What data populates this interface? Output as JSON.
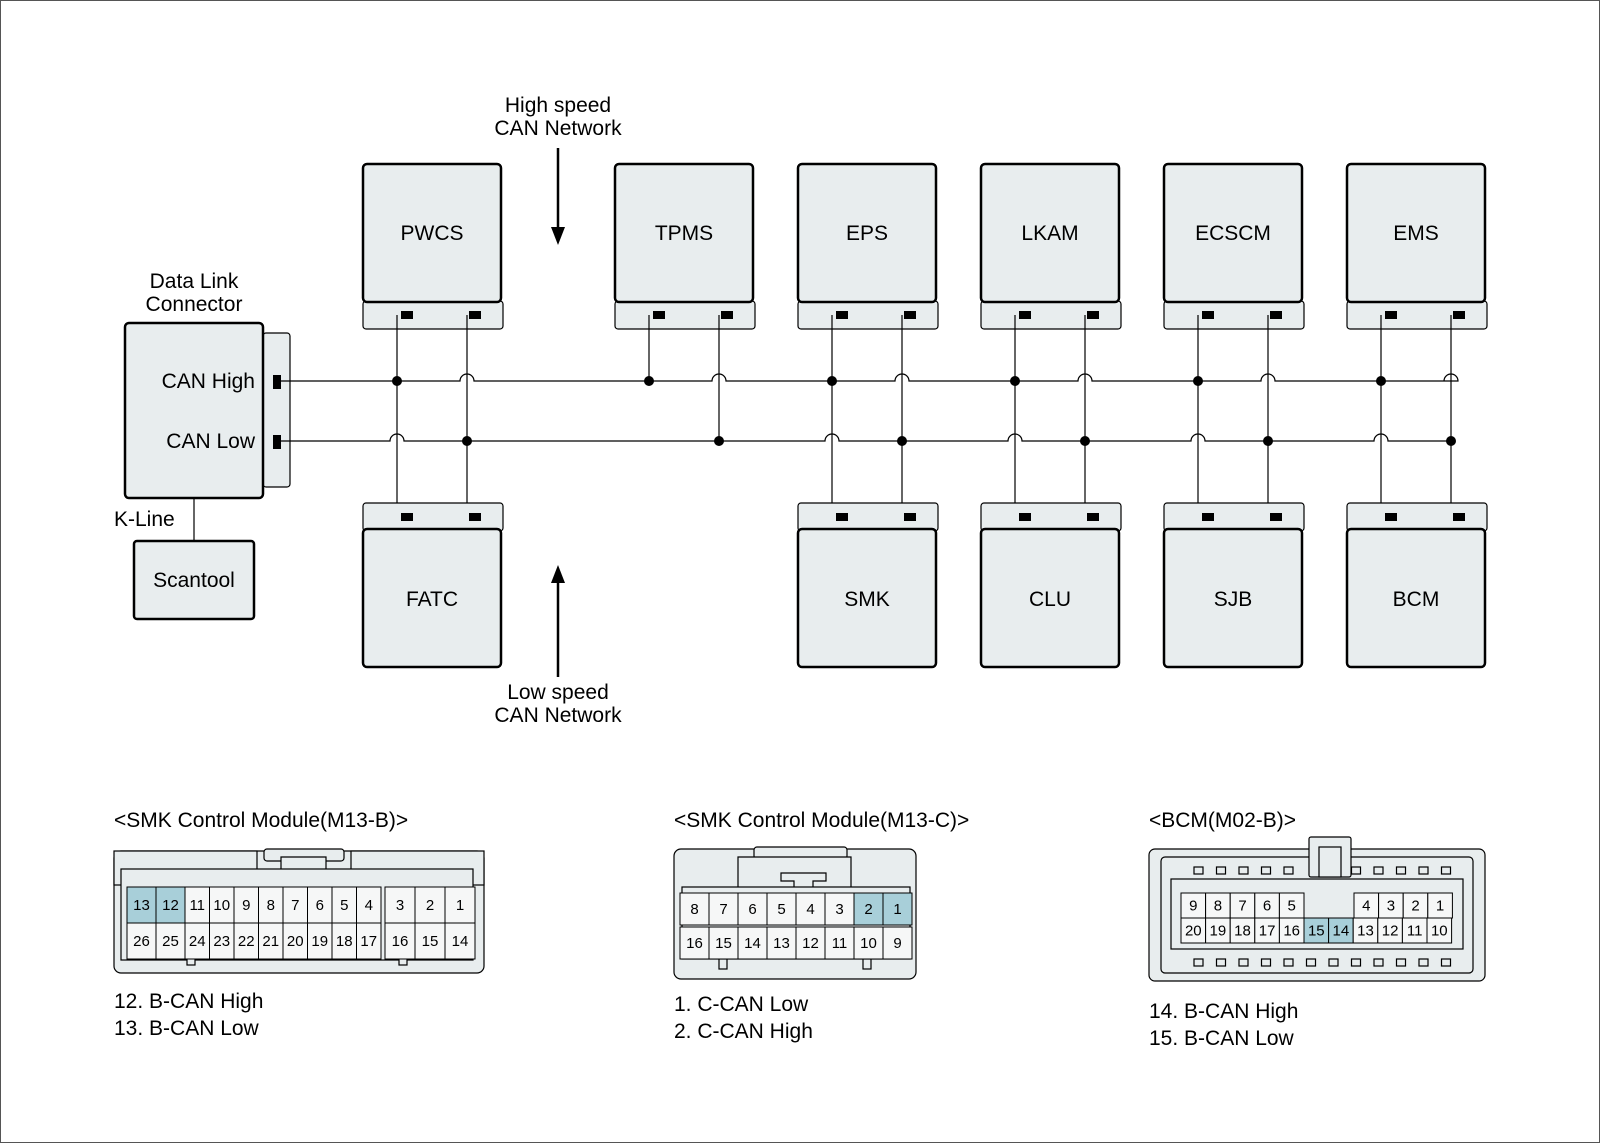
{
  "network": {
    "high_speed_label": [
      "High speed",
      "CAN Network"
    ],
    "low_speed_label": [
      "Low speed",
      "CAN Network"
    ],
    "dlc": {
      "title": [
        "Data Link",
        "Connector"
      ],
      "can_high": "CAN High",
      "can_low": "CAN Low",
      "k_line": "K-Line",
      "scantool": "Scantool"
    },
    "top_modules": [
      "PWCS",
      "TPMS",
      "EPS",
      "LKAM",
      "ECSCM",
      "EMS"
    ],
    "bottom_modules": [
      "FATC",
      "SMK",
      "CLU",
      "SJB",
      "BCM"
    ]
  },
  "connectors": [
    {
      "title": "<SMK Control Module(M13-B)>",
      "row1": [
        "13",
        "12",
        "11",
        "10",
        "9",
        "8",
        "7",
        "6",
        "5",
        "4",
        "3",
        "2",
        "1"
      ],
      "row2": [
        "26",
        "25",
        "24",
        "23",
        "22",
        "21",
        "20",
        "19",
        "18",
        "17",
        "16",
        "15",
        "14"
      ],
      "highlighted": [
        "13",
        "12"
      ],
      "notes": [
        "12. B-CAN High",
        "13. B-CAN Low"
      ]
    },
    {
      "title": "<SMK Control Module(M13-C)>",
      "row1": [
        "8",
        "7",
        "6",
        "5",
        "4",
        "3",
        "2",
        "1"
      ],
      "row2": [
        "16",
        "15",
        "14",
        "13",
        "12",
        "11",
        "10",
        "9"
      ],
      "highlighted": [
        "2",
        "1"
      ],
      "notes": [
        "1. C-CAN Low",
        "2. C-CAN High"
      ]
    },
    {
      "title": "<BCM(M02-B)>",
      "row1": [
        "9",
        "8",
        "7",
        "6",
        "5",
        "",
        "",
        "",
        "4",
        "3",
        "2",
        "1"
      ],
      "row2": [
        "20",
        "19",
        "18",
        "17",
        "16",
        "15",
        "14",
        "13",
        "12",
        "11",
        "10"
      ],
      "highlighted": [
        "15",
        "14"
      ],
      "notes": [
        "14. B-CAN High",
        "15. B-CAN Low"
      ]
    }
  ],
  "colors": {
    "module_fill": "#e8edee",
    "pin_highlight": "#a8cfd9"
  }
}
